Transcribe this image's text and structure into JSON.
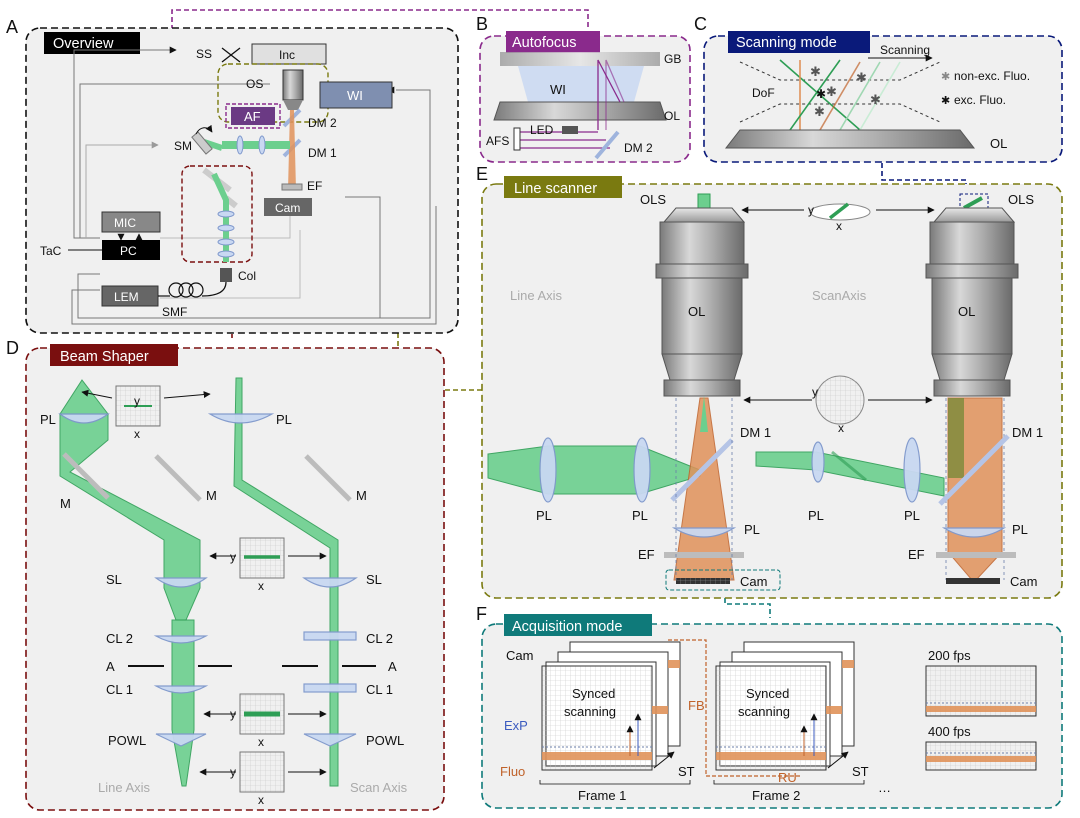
{
  "panels": {
    "A": {
      "letter": "A",
      "title": "Overview",
      "labels": {
        "ss": "SS",
        "inc": "Inc",
        "os": "OS",
        "wi": "WI",
        "af": "AF",
        "dm2": "DM 2",
        "dm1": "DM 1",
        "sm": "SM",
        "ef": "EF",
        "cam": "Cam",
        "mic": "MIC",
        "pc": "PC",
        "tac": "TaC",
        "col": "Col",
        "lem": "LEM",
        "smf": "SMF"
      },
      "colors": {
        "title_bg": "#000000",
        "af_bg": "#6b3a84",
        "border": "#111111"
      }
    },
    "B": {
      "letter": "B",
      "title": "Autofocus",
      "labels": {
        "gb": "GB",
        "wi": "WI",
        "ol": "OL",
        "led": "LED",
        "afs": "AFS",
        "dm2": "DM 2"
      },
      "colors": {
        "title_bg": "#8a2a8c",
        "border": "#8a2a8c"
      }
    },
    "C": {
      "letter": "C",
      "title": "Scanning mode",
      "labels": {
        "scanning": "Scanning",
        "dof": "DoF",
        "non_exc": "non-exc. Fluo.",
        "exc": "exc. Fluo.",
        "ol": "OL"
      },
      "colors": {
        "title_bg": "#0a1a7a",
        "border": "#0a1a7a"
      }
    },
    "D": {
      "letter": "D",
      "title": "Beam Shaper",
      "labels": {
        "pl": "PL",
        "m": "M",
        "sl": "SL",
        "cl2": "CL 2",
        "a": "A",
        "cl1": "CL 1",
        "powl": "POWL",
        "line_axis": "Line Axis",
        "scan_axis": "Scan Axis",
        "y": "y",
        "x": "x"
      },
      "colors": {
        "title_bg": "#7a0f0f",
        "border": "#7a0f0f"
      }
    },
    "E": {
      "letter": "E",
      "title": "Line scanner",
      "labels": {
        "ols": "OLS",
        "ol": "OL",
        "line_axis": "Line Axis",
        "scan_axis": "ScanAxis",
        "dm1": "DM 1",
        "pl": "PL",
        "ef": "EF",
        "cam": "Cam",
        "y": "y",
        "x": "x"
      },
      "colors": {
        "title_bg": "#7a7a10",
        "border": "#7a7a10"
      }
    },
    "F": {
      "letter": "F",
      "title": "Acquisition mode",
      "labels": {
        "cam": "Cam",
        "synced": "Synced",
        "scanning": "scanning",
        "exp": "ExP",
        "fluo": "Fluo",
        "fb": "FB",
        "ru": "RU",
        "st": "ST",
        "frame1": "Frame 1",
        "frame2": "Frame 2",
        "ellipsis": "…",
        "fps200": "200 fps",
        "fps400": "400 fps"
      },
      "colors": {
        "title_bg": "#0f7a7a",
        "border": "#0f7a7a"
      }
    }
  },
  "colors": {
    "beam_green": "#6ccf8e",
    "beam_green_edge": "#2e9e55",
    "fluo_orange": "#e0925a",
    "fluo_edge": "#c0622a",
    "lens": "#c9d8f2",
    "lens_edge": "#7f98cc",
    "panel_bg": "#f0f0f0",
    "grey_label": "#aaaaaa"
  }
}
